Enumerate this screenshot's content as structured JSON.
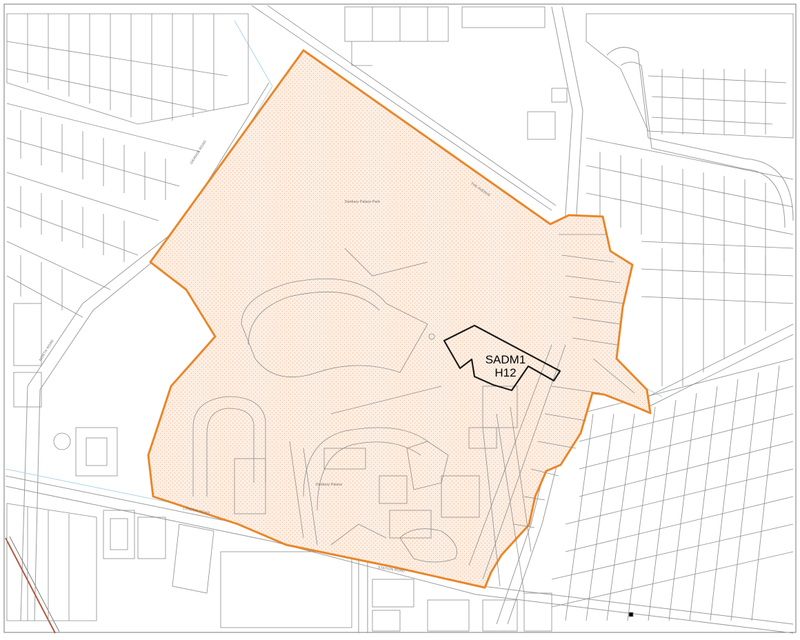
{
  "map": {
    "site_label": {
      "line1": "SADM1",
      "line2": "H12"
    },
    "boundary_color": "#e9862a",
    "site_fill_color": "#fdeee2",
    "road_names": {
      "the_avenue": "THE AVENUE",
      "grange_road": "GRANGE ROAD",
      "london_road": "LONDON ROAD",
      "north_road": "NORTH ROAD",
      "station_road": "STATION ROAD"
    },
    "place_names": {
      "park": "Danbury Palace Park",
      "hall": "Danbury Palace"
    }
  }
}
